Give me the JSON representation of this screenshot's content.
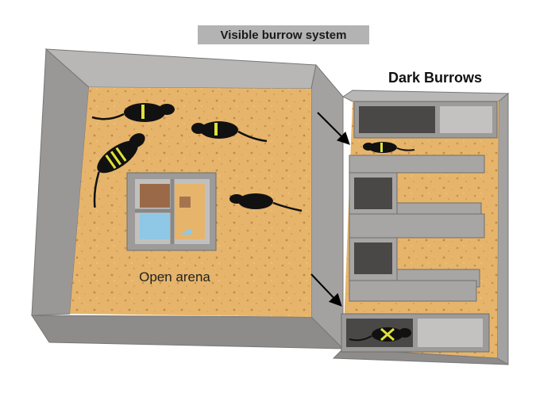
{
  "title": "Visible burrow system",
  "labels": {
    "dark_burrows": "Dark Burrows",
    "open_arena": "Open arena"
  },
  "colors": {
    "floor": "#e6b56b",
    "wall_outer": "#8c8a89",
    "wall_inner": "#a8a6a4",
    "wall_top": "#c4c2c0",
    "rat": "#111111",
    "marking": "#dfe23a",
    "water": "#8fc7e6",
    "food": "#a5744e"
  },
  "icons": [
    "rat-icon",
    "arrow-icon",
    "food-icon",
    "water-icon"
  ]
}
